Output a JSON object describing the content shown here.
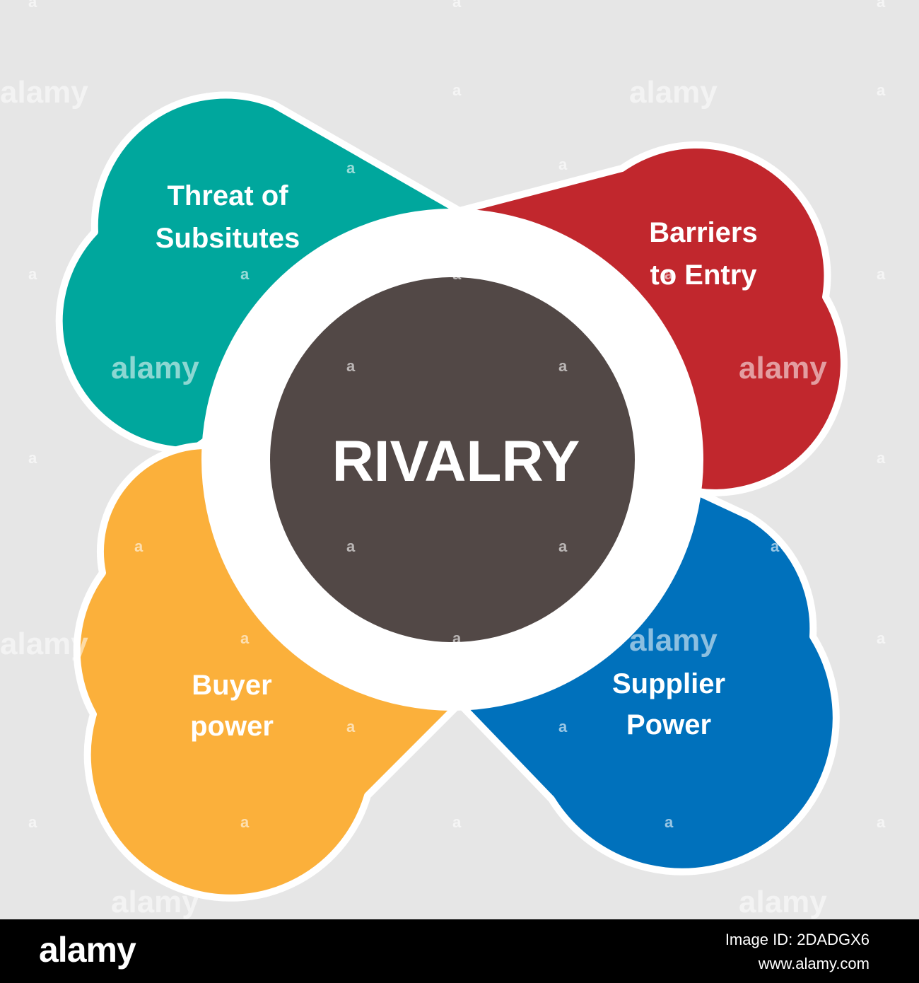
{
  "diagram": {
    "center": {
      "label": "RIVALRY",
      "color": "#524846"
    },
    "ring_color": "#ffffff",
    "background": "#e6e6e6",
    "petals": [
      {
        "label_line1": "Threat of",
        "label_line2": "Subsitutes",
        "color": "#00a79d"
      },
      {
        "label_line1": "Barriers",
        "label_line2": "to Entry",
        "color": "#c1272d"
      },
      {
        "label_line1": "Buyer",
        "label_line2": "power",
        "color": "#fbb03b"
      },
      {
        "label_line1": "Supplier",
        "label_line2": "Power",
        "color": "#0071bc"
      }
    ]
  },
  "watermark": {
    "big": "alamy",
    "small": "a"
  },
  "footer": {
    "logo": "alamy",
    "image_id": "Image ID: 2DADGX6",
    "site": "www.alamy.com"
  }
}
